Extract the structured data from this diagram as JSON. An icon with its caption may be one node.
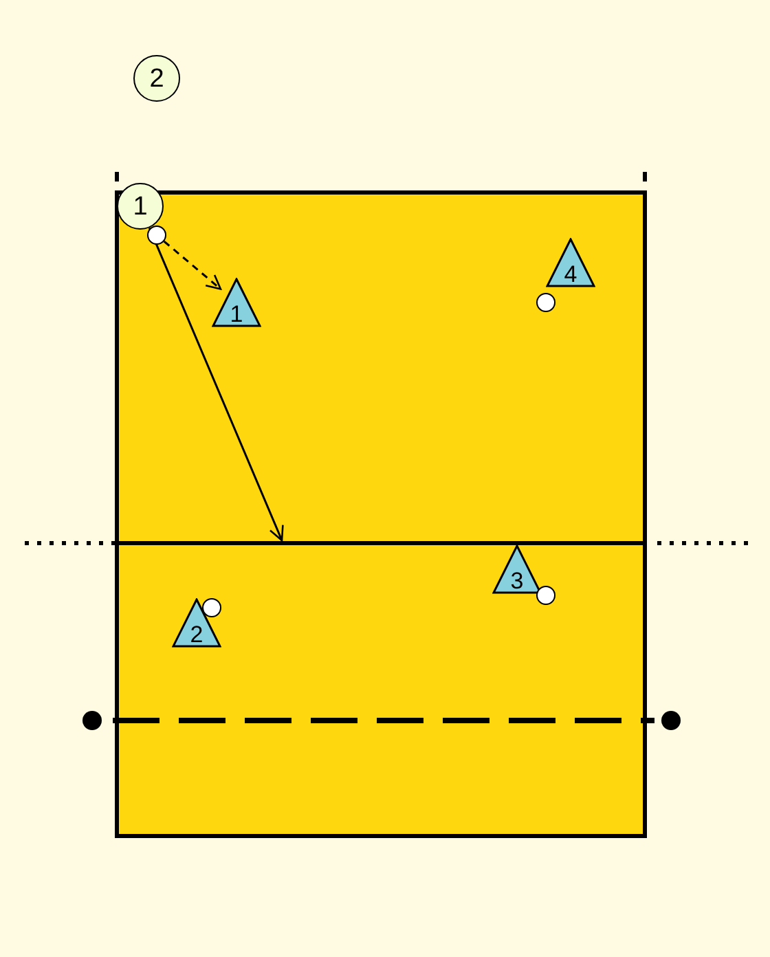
{
  "diagram": {
    "nodes": [
      {
        "text": [
          "2"
        ]
      },
      {
        "text": [
          "1"
        ]
      },
      {
        "text": [],
        "shape": "circle"
      },
      {
        "text": [
          "4"
        ]
      },
      {
        "text": [],
        "shape": "circle"
      },
      {
        "text": [
          "1"
        ]
      },
      {
        "text": [
          "3"
        ]
      },
      {
        "text": [],
        "shape": "circle"
      },
      {
        "text": [
          "2"
        ]
      },
      {
        "text": [],
        "shape": "circle"
      }
    ],
    "edges": [
      {
        "from": 2,
        "to": 5,
        "arrow": "to",
        "style": "dashed"
      },
      {
        "from": 1,
        "to": null,
        "arrow": "to"
      }
    ]
  }
}
